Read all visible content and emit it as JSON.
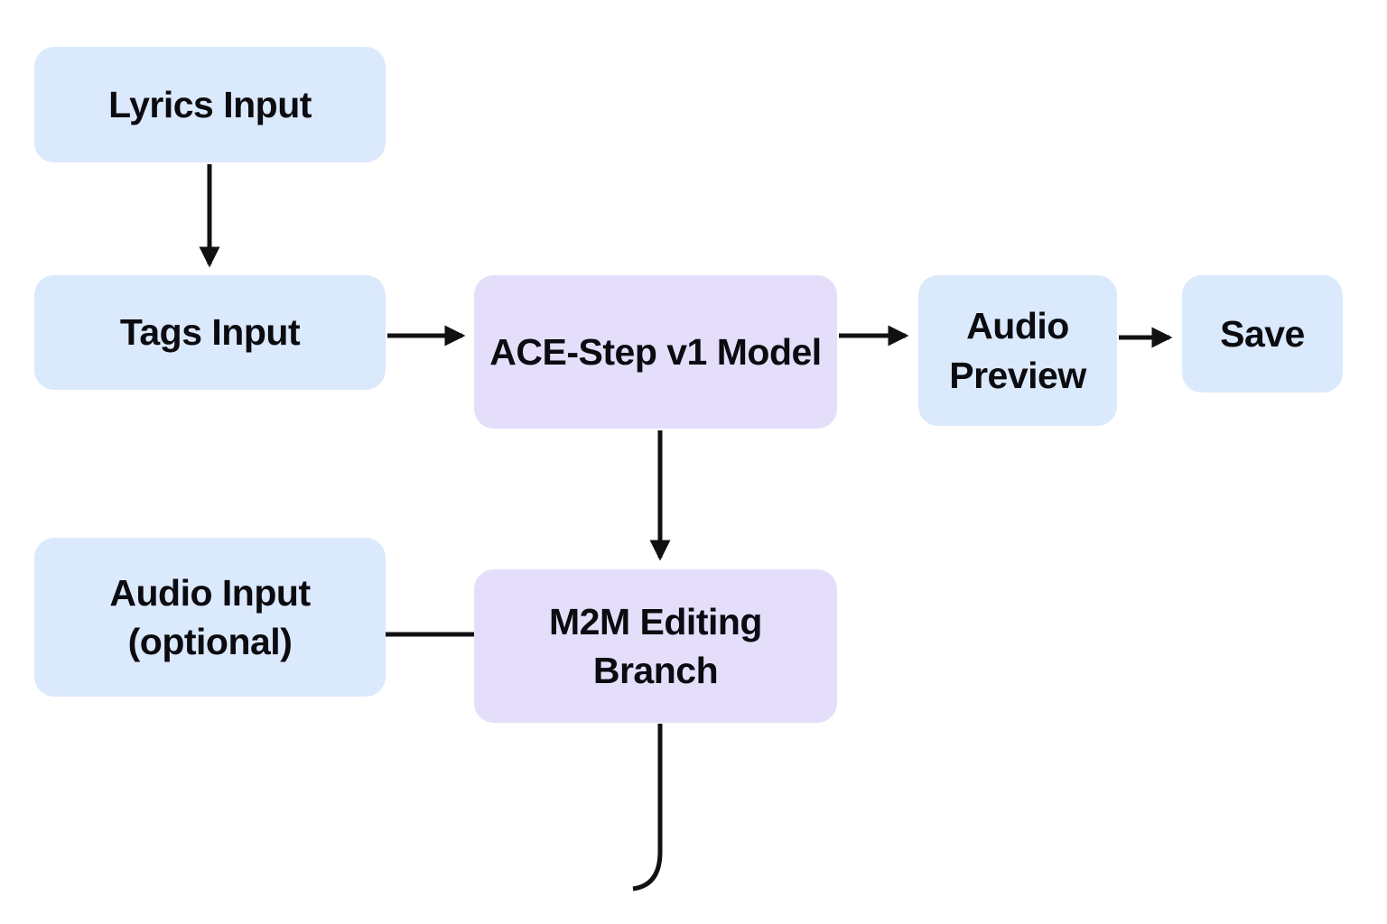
{
  "colors": {
    "background": "#ffffff",
    "node_blue": "#dbe9fc",
    "node_purple": "#e5defb",
    "edge": "#111114",
    "text": "#0b0b10"
  },
  "nodes": [
    {
      "label": "Lyrics Input",
      "fill": "#dbe9fc"
    },
    {
      "label": "Tags Input",
      "fill": "#dbe9fc"
    },
    {
      "label": "ACE-Step v1 Model",
      "fill": "#e5defb"
    },
    {
      "label": "Audio Preview",
      "fill": "#dbe9fc"
    },
    {
      "label": "Save",
      "fill": "#dbe9fc"
    },
    {
      "label": "Audio Input (optional)",
      "fill": "#dbe9fc"
    },
    {
      "label": "M2M Editing Branch",
      "fill": "#e5defb"
    }
  ],
  "edges": [
    {
      "from": "Lyrics Input",
      "to": "Tags Input",
      "arrow": true
    },
    {
      "from": "Tags Input",
      "to": "ACE-Step v1 Model",
      "arrow": true
    },
    {
      "from": "ACE-Step v1 Model",
      "to": "Audio Preview",
      "arrow": true
    },
    {
      "from": "Audio Preview",
      "to": "Save",
      "arrow": true
    },
    {
      "from": "ACE-Step v1 Model",
      "to": "M2M Editing Branch",
      "arrow": true
    },
    {
      "from": "Audio Input (optional)",
      "to": "M2M Editing Branch",
      "arrow": false
    },
    {
      "from": "M2M Editing Branch",
      "to": "",
      "arrow": false
    }
  ]
}
